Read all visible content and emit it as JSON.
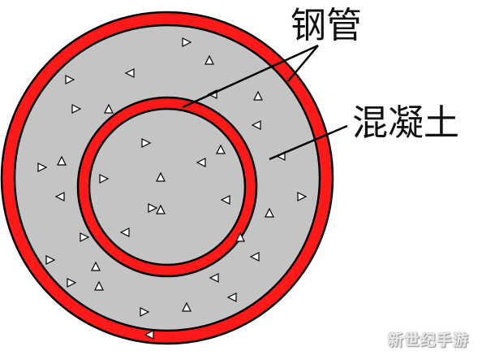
{
  "labels": {
    "steel_tube": "钢管",
    "concrete": "混凝土"
  },
  "watermark": "新世纪手游",
  "colors": {
    "steel": "#ff1a1a",
    "outline": "#000000",
    "concrete_fill": "#c4c4c4",
    "background": "#ffffff"
  }
}
